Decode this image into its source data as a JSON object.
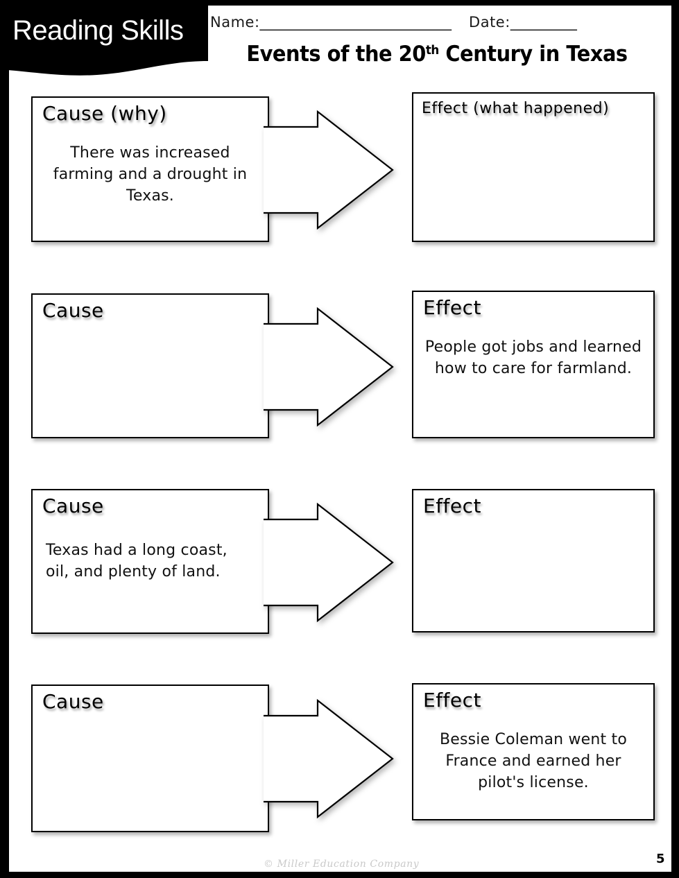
{
  "banner": {
    "label": "Reading Skills"
  },
  "header": {
    "name_label": "Name:",
    "name_rule": "_____________________________",
    "date_label": "Date:",
    "date_rule": "__________",
    "title_prefix": "Events of the 20",
    "title_sup": "th",
    "title_suffix": " Century in Texas"
  },
  "rows": [
    {
      "cause_heading": "Cause (why)",
      "cause_text": "There was increased farming and a drought in Texas.",
      "cause_align": "center",
      "effect_heading": "Effect (what happened)",
      "effect_heading_size": "small",
      "effect_text": "",
      "effect_align": "center"
    },
    {
      "cause_heading": "Cause",
      "cause_text": "",
      "cause_align": "center",
      "effect_heading": "Effect",
      "effect_heading_size": "normal",
      "effect_text": "People got jobs and learned how to care for farmland.",
      "effect_align": "center"
    },
    {
      "cause_heading": "Cause",
      "cause_text": "Texas had a long coast, oil, and plenty of land.",
      "cause_align": "left",
      "effect_heading": "Effect",
      "effect_heading_size": "normal",
      "effect_text": "",
      "effect_align": "center"
    },
    {
      "cause_heading": "Cause",
      "cause_text": "",
      "cause_align": "center",
      "effect_heading": "Effect",
      "effect_heading_size": "normal",
      "effect_text": "Bessie Coleman went to France and earned her pilot's license.",
      "effect_align": "center"
    }
  ],
  "footer": {
    "credit": "© Miller Education Company",
    "page_number": "5"
  },
  "colors": {
    "frame": "#000000",
    "banner": "#000000",
    "ink": "#000000",
    "credit": "#c9c9c9"
  }
}
